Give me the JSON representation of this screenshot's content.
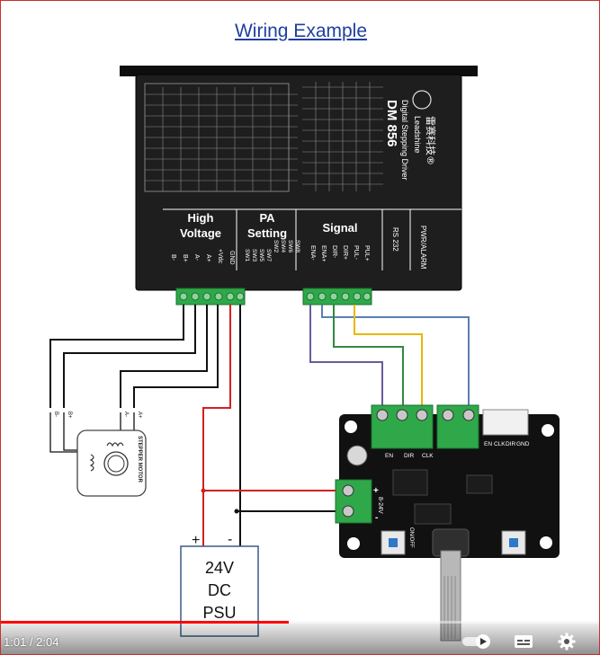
{
  "page": {
    "title": "Wiring Example"
  },
  "driver": {
    "brand_cn": "雷赛科技®",
    "brand_en": "Leadshine",
    "product": "Digital Stepping Driver",
    "model": "DM 856",
    "sections": [
      "High Voltage",
      "PA Setting",
      "Signal",
      "RS 232",
      "PWR/ALARM"
    ],
    "terminals_power": [
      "B-",
      "B+",
      "A-",
      "A+",
      "+Vdc",
      "GND"
    ],
    "terminals_switch": [
      "SW1",
      "SW2",
      "SW3",
      "SW4",
      "SW5",
      "SW6",
      "SW7",
      "SW8"
    ],
    "terminals_signal": [
      "ENA-",
      "ENA+",
      "DIR-",
      "DIR+",
      "PUL-",
      "PUL+"
    ]
  },
  "motor": {
    "label": "STEPPER MOTOR",
    "pins": [
      "B-",
      "B+",
      "A-",
      "A+"
    ]
  },
  "controller": {
    "labels": [
      "EN",
      "DIR",
      "CLK",
      "EN",
      "CLK",
      "DIR",
      "GND"
    ],
    "power_label": "8-24V",
    "power_pins": [
      "+",
      "-"
    ],
    "switch_label": "ON/OFF"
  },
  "psu": {
    "line1": "24V",
    "line2": "DC",
    "line3": "PSU",
    "plus": "+",
    "minus": "-"
  },
  "video": {
    "current_time": "1:01",
    "duration": "2:04",
    "time_text": "1:01 / 2:04",
    "progress": 0.48,
    "play_icon": "play-circle-icon",
    "subtitles_icon": "subtitles-icon",
    "settings_icon": "gear-icon",
    "toggle_icon": "autoplay-toggle-icon"
  },
  "colors": {
    "title": "#1f3f9f",
    "wire_red": "#d32020",
    "wire_black": "#111111",
    "wire_yellow": "#e6b800",
    "wire_green": "#2e8b3e",
    "wire_blue": "#5a7fb0",
    "wire_purple": "#6a5a9a",
    "progress": "#ff0000",
    "driver_body": "#1e1e1e",
    "terminal_green": "#2fa84a"
  }
}
